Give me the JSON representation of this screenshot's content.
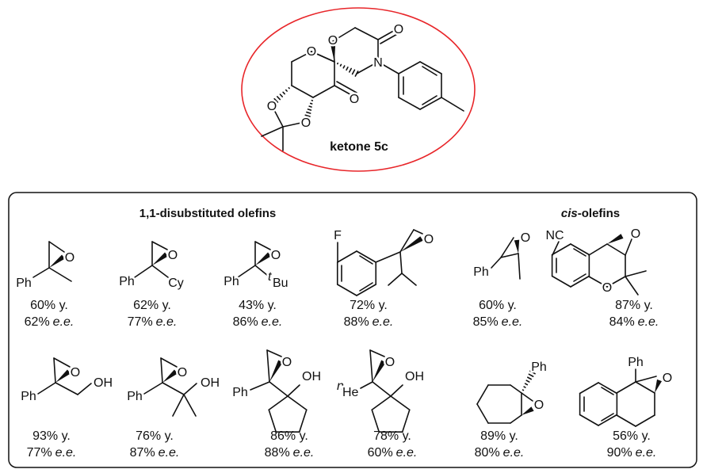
{
  "ketone": {
    "label": "ketone 5c",
    "atoms": [
      "O",
      "O",
      "O",
      "N",
      "O",
      "O",
      "O"
    ],
    "ellipse_color": "#e8262a"
  },
  "sections": {
    "disubstituted": "1,1-disubstituted olefins",
    "cis_italic": "cis",
    "cis_rest": "-olefins"
  },
  "compounds": [
    {
      "yield": "60% y.",
      "ee": "62%",
      "ee_unit": "e.e.",
      "labels": [
        "Ph",
        "O"
      ]
    },
    {
      "yield": "62% y.",
      "ee": "77%",
      "ee_unit": "e.e.",
      "labels": [
        "Ph",
        "O",
        "Cy"
      ]
    },
    {
      "yield": "43% y.",
      "ee": "86%",
      "ee_unit": "e.e.",
      "labels": [
        "Ph",
        "O",
        "t",
        "Bu"
      ]
    },
    {
      "yield": "72% y.",
      "ee": "88%",
      "ee_unit": "e.e.",
      "labels": [
        "F",
        "O"
      ]
    },
    {
      "yield": "60% y.",
      "ee": "85%",
      "ee_unit": "e.e.",
      "labels": [
        "Ph",
        "O"
      ]
    },
    {
      "yield": "87% y.",
      "ee": "84%",
      "ee_unit": "e.e.",
      "labels": [
        "NC",
        "O",
        "O"
      ]
    },
    {
      "yield": "93% y.",
      "ee": "77%",
      "ee_unit": "e.e.",
      "labels": [
        "Ph",
        "O",
        "OH"
      ]
    },
    {
      "yield": "76% y.",
      "ee": "87%",
      "ee_unit": "e.e.",
      "labels": [
        "Ph",
        "O",
        "OH"
      ]
    },
    {
      "yield": "86% y.",
      "ee": "88%",
      "ee_unit": "e.e.",
      "labels": [
        "Ph",
        "O",
        "OH"
      ]
    },
    {
      "yield": "78% y.",
      "ee": "60%",
      "ee_unit": "e.e.",
      "labels": [
        "n",
        "He",
        "O",
        "OH"
      ]
    },
    {
      "yield": "89% y.",
      "ee": "80%",
      "ee_unit": "e.e.",
      "labels": [
        "Ph",
        "O"
      ]
    },
    {
      "yield": "56% y.",
      "ee": "90%",
      "ee_unit": "e.e.",
      "labels": [
        "Ph",
        "O"
      ]
    }
  ]
}
